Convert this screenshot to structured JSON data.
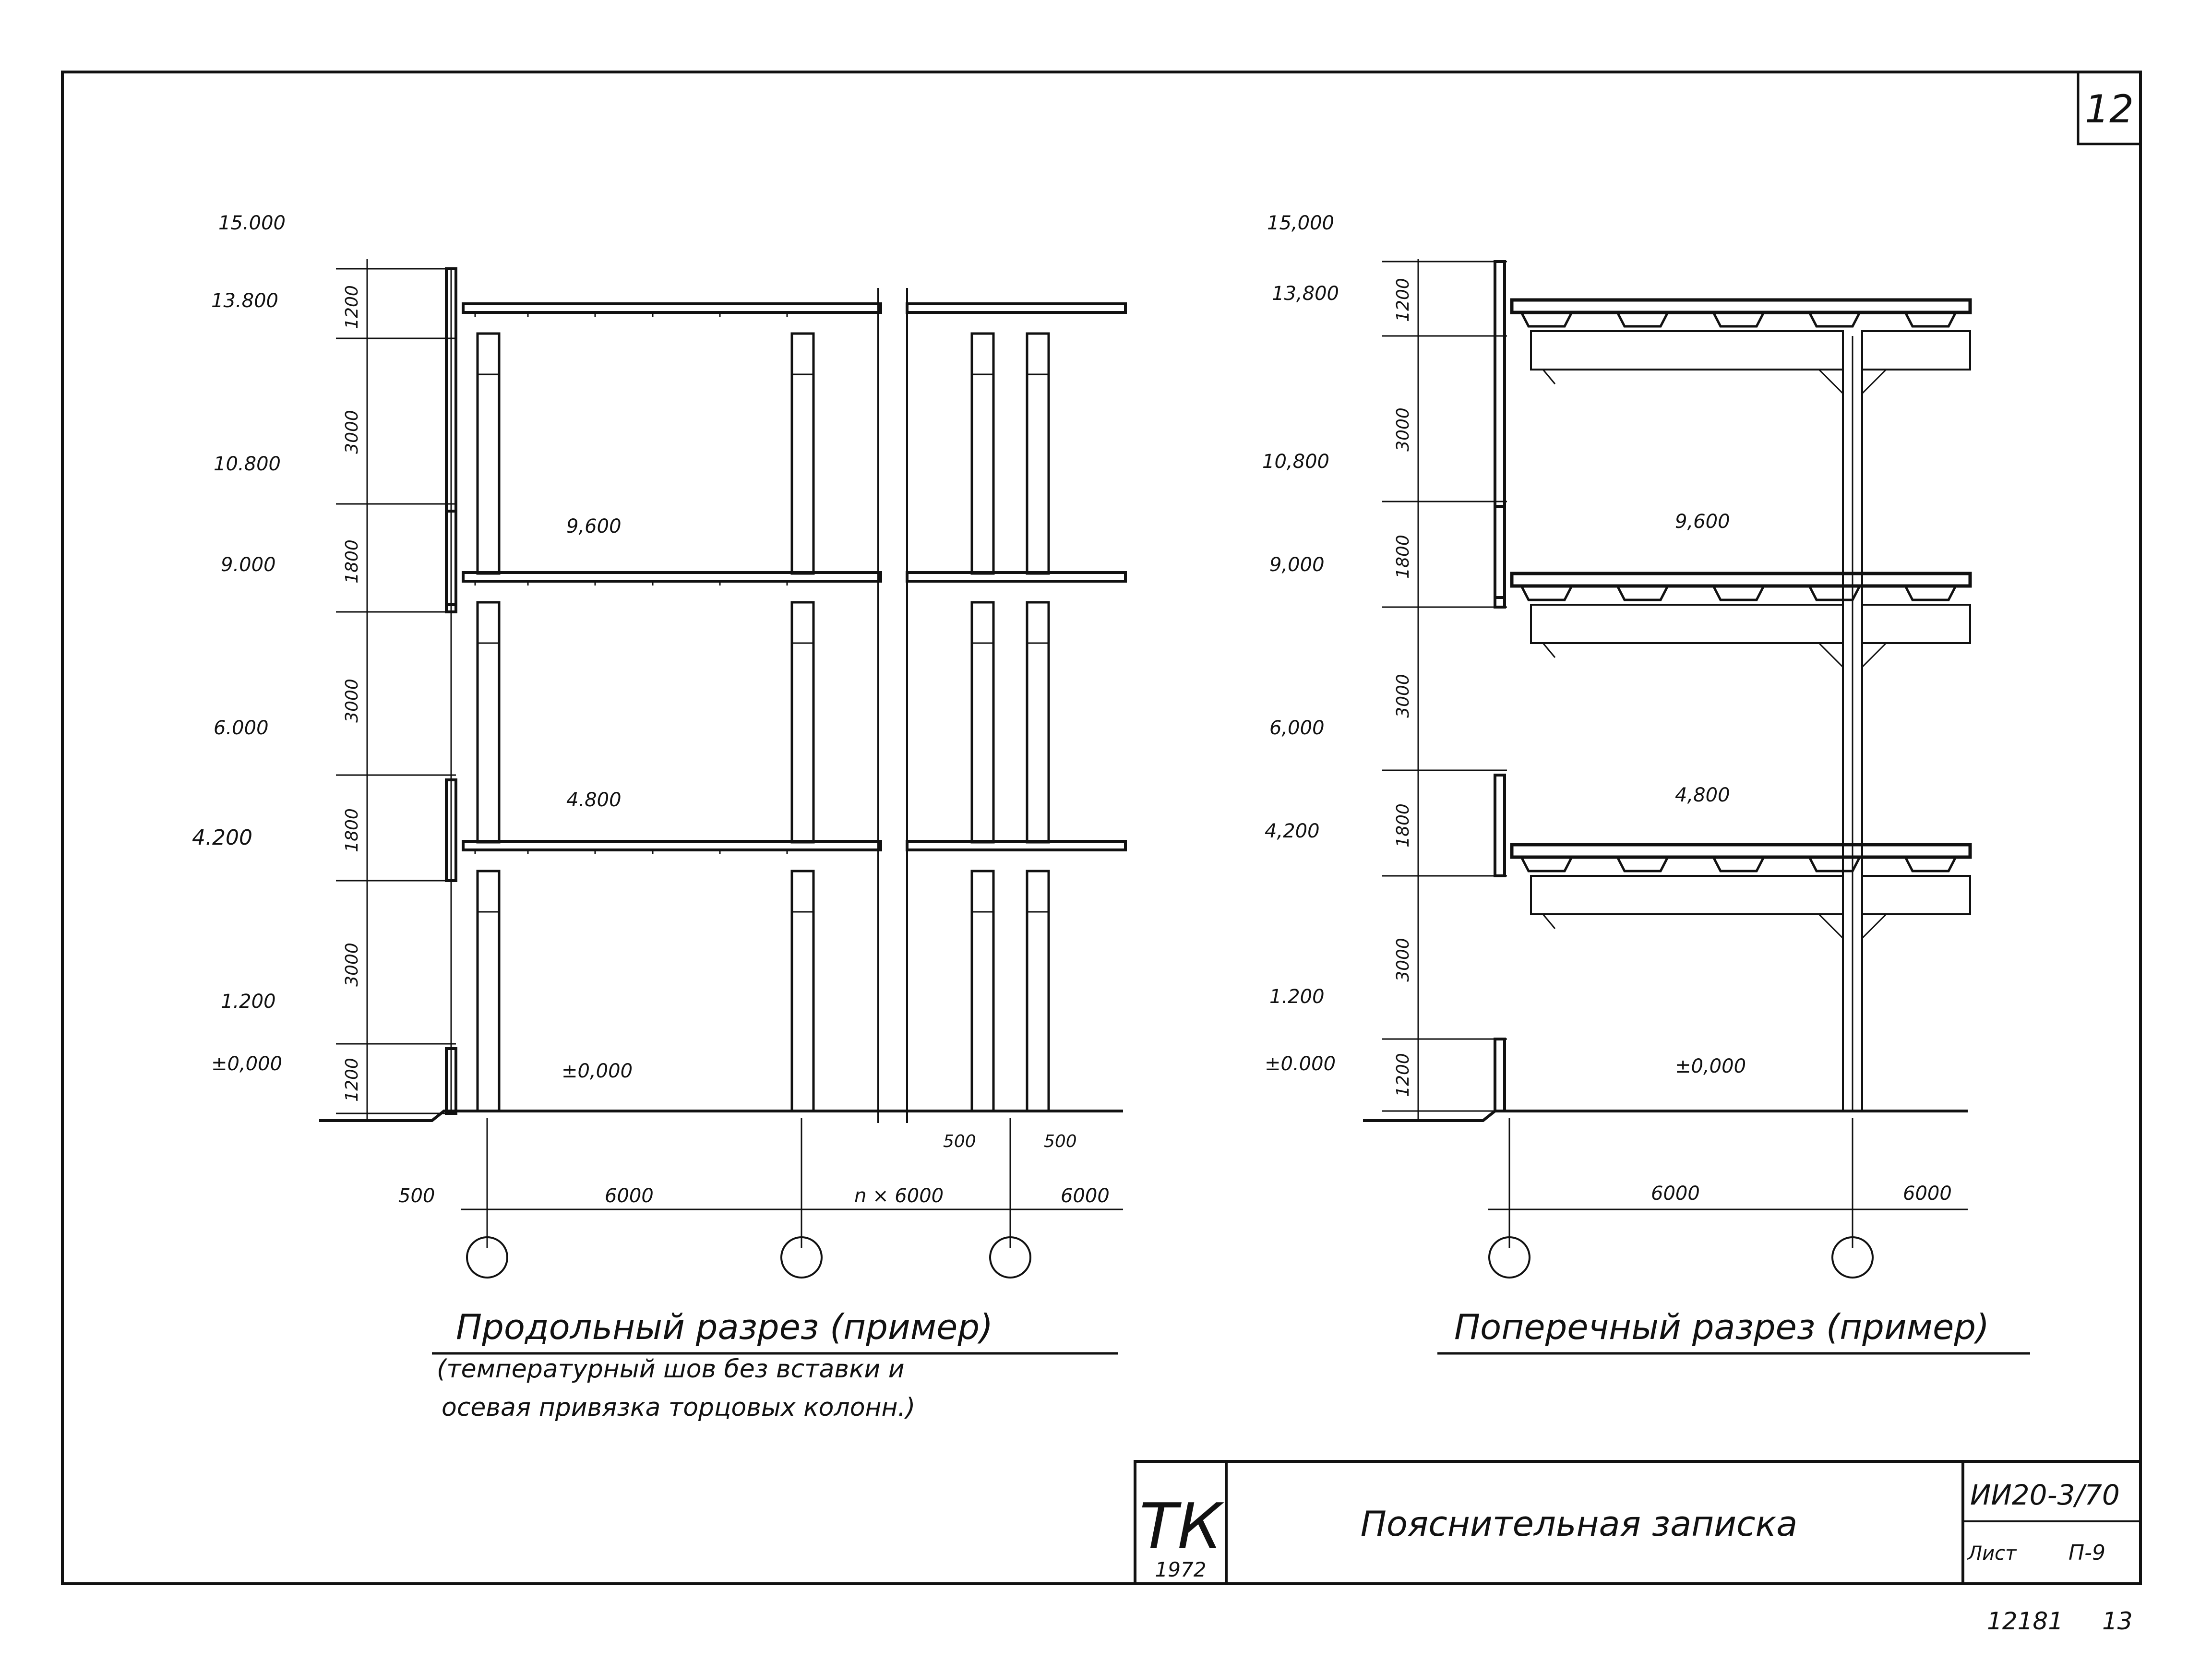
{
  "sheet": {
    "number": "12",
    "footer_code": "12181",
    "footer_page": "13"
  },
  "title_block": {
    "org": "ТК",
    "year": "1972",
    "title": "Пояснительная записка",
    "series": "ИИ20-3/70",
    "sheet_label": "Лист",
    "sheet_no": "П-9"
  },
  "longitudinal": {
    "title": "Продольный разрез (пример)",
    "subtitle_1": "(температурный шов без вставки и",
    "subtitle_2": "осевая привязка торцовых колонн.)",
    "levels": [
      "15.000",
      "13.800",
      "10.800",
      "9.000",
      "6.000",
      "4.200",
      "1.200",
      "±0,000"
    ],
    "inner_levels": [
      "9,600",
      "4.800",
      "±0,000"
    ],
    "heights": [
      "1200",
      "3000",
      "1800",
      "3000",
      "1800",
      "3000",
      "1200"
    ],
    "spans": [
      "500",
      "6000",
      "n × 6000",
      "6000"
    ],
    "joint_dims": [
      "500",
      "500"
    ]
  },
  "transverse": {
    "title": "Поперечный разрез (пример)",
    "levels": [
      "15,000",
      "13,800",
      "10,800",
      "9,000",
      "6,000",
      "4,200",
      "1.200",
      "±0.000"
    ],
    "inner_levels": [
      "9,600",
      "4,800",
      "±0,000"
    ],
    "heights": [
      "1200",
      "3000",
      "1800",
      "3000",
      "1800",
      "3000",
      "1200"
    ],
    "spans": [
      "6000",
      "6000"
    ]
  }
}
